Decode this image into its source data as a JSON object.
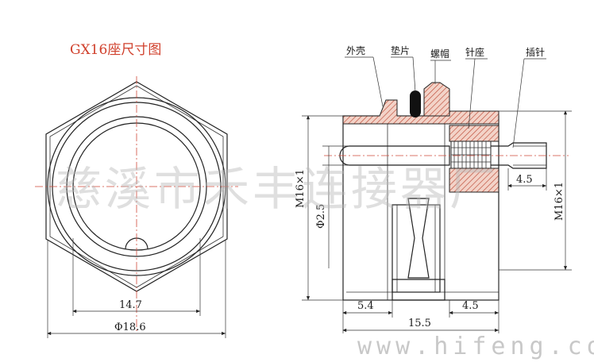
{
  "title": "GX16座尺寸图",
  "parts": {
    "shell": "外壳",
    "gasket": "垫片",
    "nut": "螺帽",
    "pin_seat": "针座",
    "pin": "插针"
  },
  "dimensions": {
    "front_inner": "14.7",
    "front_outer": "Φ18.6",
    "thread_left": "M16×1",
    "thread_right": "M16×1",
    "pin_dia": "Φ2.5",
    "pin_length": "4.5",
    "front_len": "5.4",
    "rear_len": "4.5",
    "total_len": "15.5"
  },
  "watermark": {
    "company": "慈溪市禾丰连接器厂",
    "url": "www.hifeng.com"
  },
  "colors": {
    "title": "#d0402c",
    "centerline": "#d04a3a",
    "hatch": "#c0523e"
  }
}
